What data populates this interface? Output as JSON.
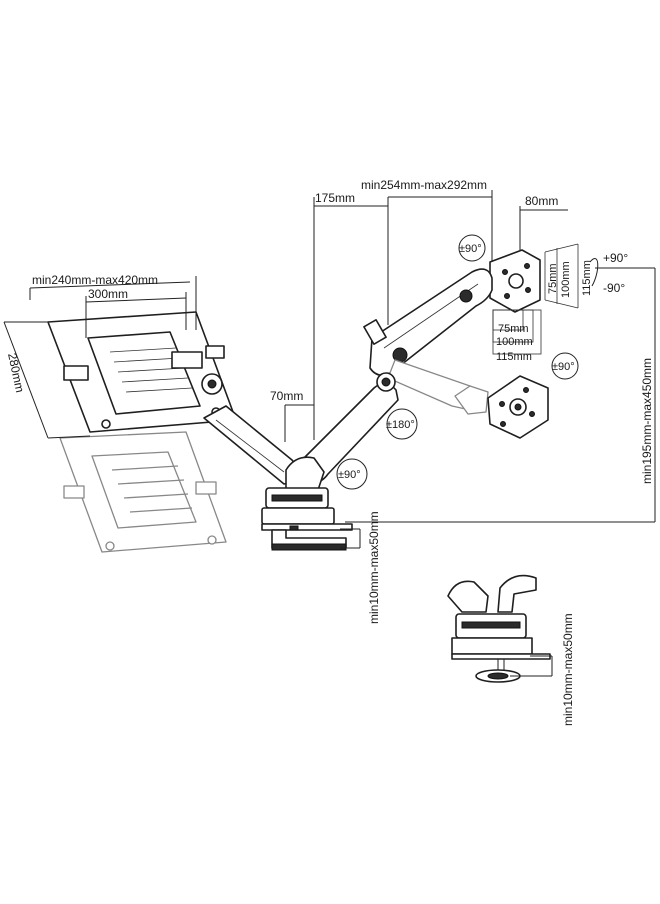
{
  "dimensions": {
    "top_span": "min254mm-max292mm",
    "offset_175": "175mm",
    "offset_80": "80mm",
    "vesa_75_v": "75mm",
    "vesa_100_v": "100mm",
    "vesa_115_v": "115mm",
    "vesa_75_h": "75mm",
    "vesa_100_h": "100mm",
    "vesa_115_h": "115mm",
    "tray_width": "min240mm-max420mm",
    "tray_300": "300mm",
    "tray_depth": "280mm",
    "post_70": "70mm",
    "height_range": "min195mm-max450mm",
    "clamp_range_main": "min10mm-max50mm",
    "clamp_range_detail": "min10mm-max50mm"
  },
  "rotations": {
    "tilt_up": "+90°",
    "tilt_down": "-90°",
    "swivel_top": "±90°",
    "swivel_vesa": "±90°",
    "swivel_elbow": "±180°",
    "swivel_base": "±90°"
  }
}
